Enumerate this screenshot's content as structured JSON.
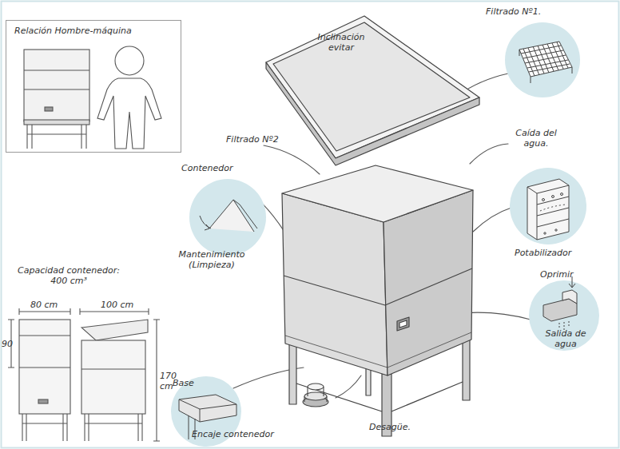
{
  "diagram": {
    "nodes": [
      {
        "text": [
          "Relación Hombre-máquina"
        ]
      },
      {
        "text": [
          "Filtrado Nº1."
        ]
      },
      {
        "text": [
          "Contenedor",
          "Mantenimiento (Limpieza)"
        ]
      },
      {
        "text": [
          "Potabilizador"
        ]
      },
      {
        "text": [
          "Oprimir",
          "Salida de agua"
        ]
      },
      {
        "text": [
          "Base",
          "Encaje contenedor"
        ]
      }
    ],
    "labels": [
      "Inclinación evitar",
      "Filtrado Nº2",
      "Caída del agua.",
      "Capacidad contenedor: 400 cm³",
      "80 cm",
      "100 cm",
      "90",
      "170 cm",
      "Desagüe."
    ]
  }
}
